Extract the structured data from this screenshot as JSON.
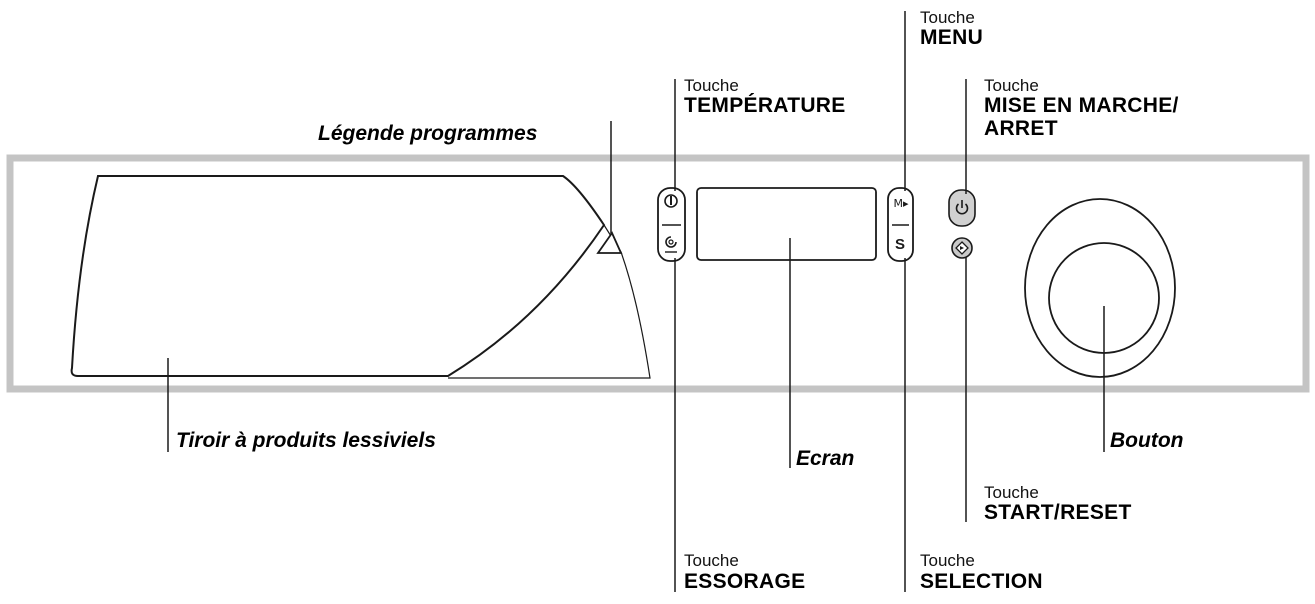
{
  "labels": {
    "touche_word": "Touche",
    "menu": "MENU",
    "temperature": "TEMPÉRATURE",
    "mise_en_marche_1": "MISE EN MARCHE/",
    "mise_en_marche_2": "ARRET",
    "legende_programmes": "Légende programmes",
    "tiroir": "Tiroir à produits lessiviels",
    "ecran": "Ecran",
    "bouton": "Bouton",
    "start_reset": "START/RESET",
    "essorage": "ESSORAGE",
    "selection": "SELECTION"
  },
  "button_glyphs": {
    "temperature_symbol": "temperature-icon",
    "spin_symbol": "spin-icon",
    "menu_symbol": "M▸",
    "selection_symbol": "S",
    "power_symbol": "power-icon",
    "start_symbol": "start-diamond-icon"
  },
  "colors": {
    "panel_frame": "#c4c4c4",
    "line": "#1a1a1a",
    "power_button_fill": "#d0d0d0",
    "start_button_fill": "#c9c9c9"
  }
}
